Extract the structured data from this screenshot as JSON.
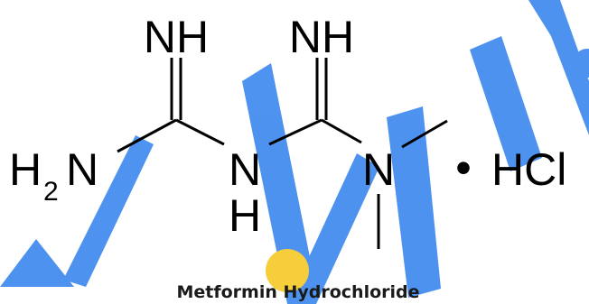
{
  "molecule": {
    "imino_left": "NH",
    "imino_right": "NH",
    "amine_h": "H",
    "amine_sub": "2",
    "amine_n": "N",
    "bridge_n": "N",
    "bridge_h": "H",
    "dimethyl_n": "N",
    "salt_dot": "•",
    "salt": "HCl"
  },
  "caption": "Metformin Hydrochloride",
  "colors": {
    "ink": "#000000",
    "caption": "#1a1a1a",
    "watermark_blue": "#2f80ec",
    "watermark_yellow": "#f5c518"
  }
}
